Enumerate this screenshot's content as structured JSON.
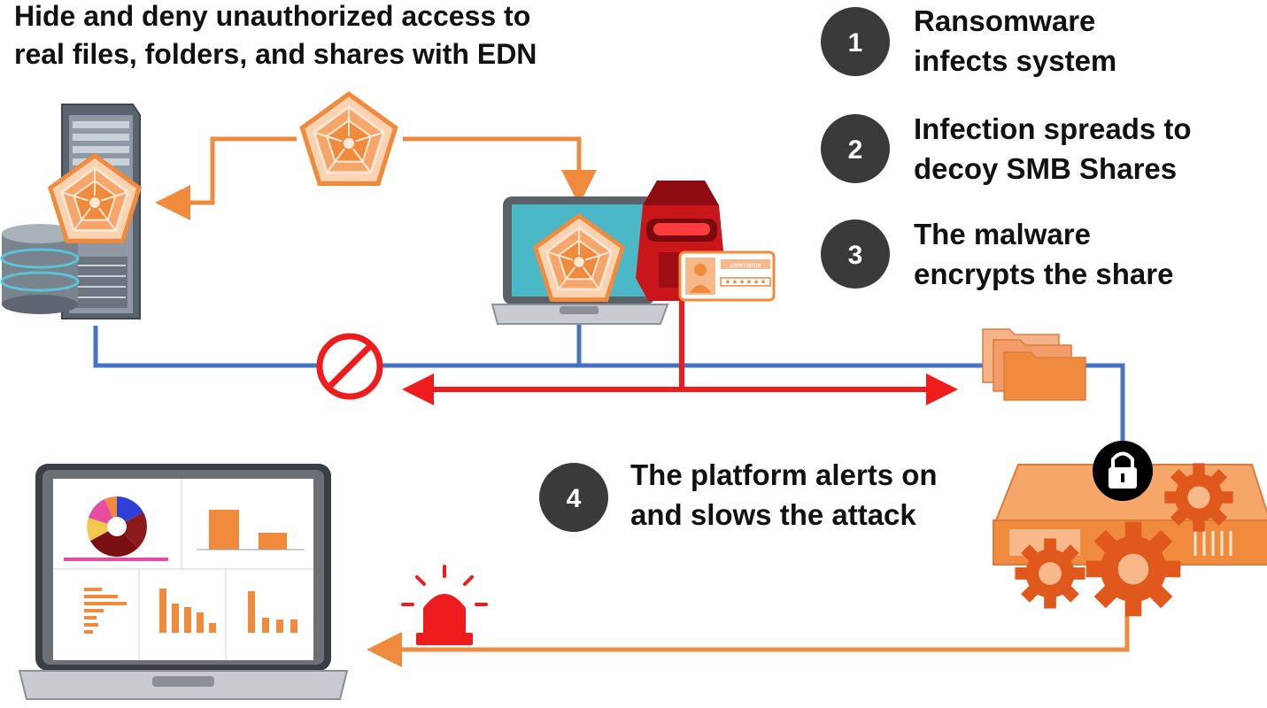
{
  "headline": {
    "line1": "Hide and deny unauthorized access to",
    "line2": "real files, folders, and shares with EDN"
  },
  "steps": [
    {
      "number": "1",
      "line1": "Ransomware",
      "line2": "infects system"
    },
    {
      "number": "2",
      "line1": "Infection spreads to",
      "line2": "decoy SMB Shares"
    },
    {
      "number": "3",
      "line1": "The malware",
      "line2": "encrypts the share"
    },
    {
      "number": "4",
      "line1": "The platform alerts on",
      "line2": "and slows the attack"
    }
  ],
  "id_card": {
    "username_label": "username"
  },
  "icons": {
    "server": "server-rack-icon",
    "database": "database-icon",
    "decoy": "decoy-pentagon-icon",
    "laptop": "laptop-icon",
    "attacker": "attacker-helmet-icon",
    "id_card": "id-card-icon",
    "blocked": "prohibited-icon",
    "folders": "folders-icon",
    "lock": "lock-icon",
    "appliance": "appliance-gears-icon",
    "siren": "alarm-siren-icon",
    "dashboard": "dashboard-laptop-icon"
  },
  "colors": {
    "orange": "#f08a3c",
    "red": "#ee1c1c",
    "blue": "#4472c4",
    "dark_circle": "#3a3a3a",
    "screen_teal": "#4bb8c8"
  }
}
